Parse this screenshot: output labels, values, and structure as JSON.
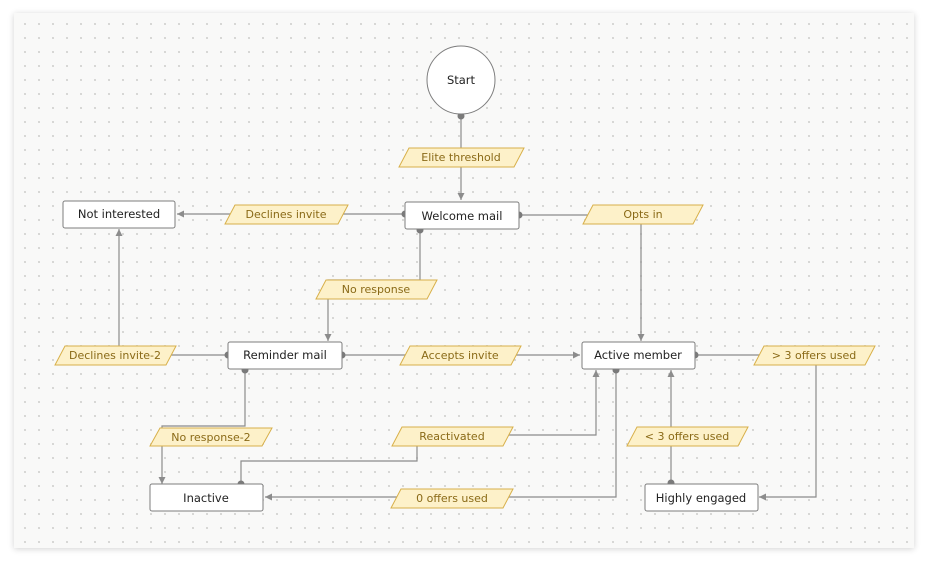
{
  "diagram": {
    "nodes": {
      "start": "Start",
      "welcome_mail": "Welcome mail",
      "not_interested": "Not interested",
      "reminder_mail": "Reminder mail",
      "active_member": "Active member",
      "inactive": "Inactive",
      "highly_engaged": "Highly engaged"
    },
    "edge_labels": {
      "elite_threshold": "Elite threshold",
      "declines_invite": "Declines invite",
      "opts_in": "Opts in",
      "no_response": "No response",
      "declines_invite_2": "Declines invite-2",
      "accepts_invite": "Accepts invite",
      "more_than_3_offers": "> 3 offers used",
      "no_response_2": "No response-2",
      "reactivated": "Reactivated",
      "less_than_3_offers": "< 3 offers used",
      "zero_offers": "0 offers used"
    },
    "colors": {
      "node_border": "#7d7d7d",
      "label_fill": "#fdf1c9",
      "label_border": "#d8b04a",
      "label_text": "#8a6a17",
      "edge": "#8c8c8c"
    }
  }
}
